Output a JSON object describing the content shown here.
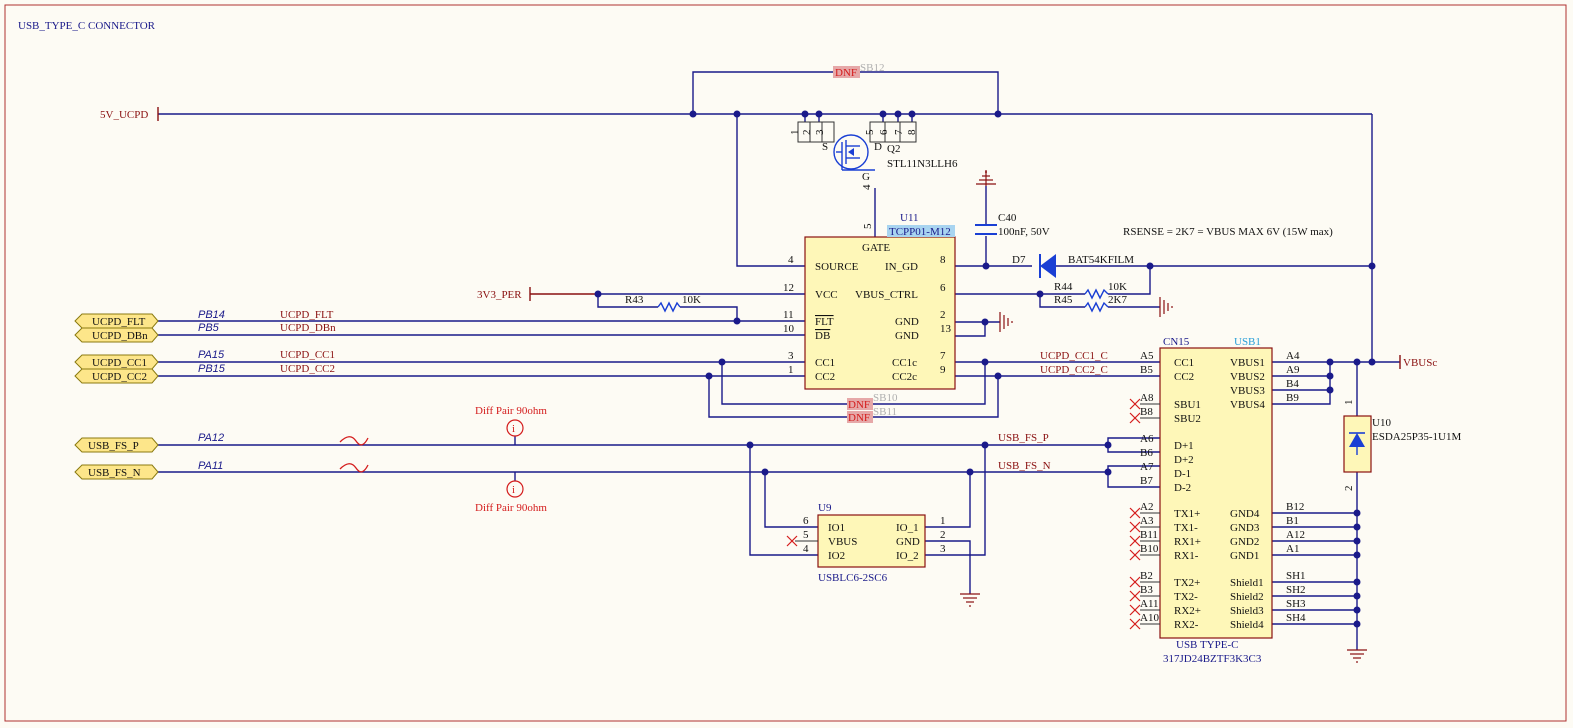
{
  "sheet_title": "USB_TYPE_C CONNECTOR",
  "note": "RSENSE = 2K7 = VBUS MAX 6V (15W max)",
  "colors": {
    "wire": "#1a1a8a",
    "power": "#8a1010",
    "body_fill": "#fef7b8",
    "highlight": "#d41c1c",
    "dnf_bg": "#e6a8a8"
  },
  "power_ports": {
    "v5": "5V_UCPD",
    "v33": "3V3_PER",
    "vbusc": "VBUSc"
  },
  "dnf": {
    "label": "DNF",
    "sb12": "SB12",
    "sb10": "SB10",
    "sb11": "SB11"
  },
  "q2": {
    "ref": "Q2",
    "value": "STL11N3LLH6",
    "s": "S",
    "d": "D",
    "g": "G",
    "p1": "1",
    "p2": "2",
    "p3": "3",
    "p4": "4",
    "p5": "5",
    "p6": "6",
    "p7": "7",
    "p8": "8"
  },
  "c40": {
    "ref": "C40",
    "value": "100nF, 50V"
  },
  "d7": {
    "ref": "D7",
    "value": "BAT54KFILM"
  },
  "u11": {
    "ref": "U11",
    "value": "TCPP01-M12",
    "gate": "GATE",
    "source": "SOURCE",
    "in_gd": "IN_GD",
    "vcc": "VCC",
    "vbus_ctrl": "VBUS_CTRL",
    "flt": "FLT",
    "gnd1": "GND",
    "db": "DB",
    "gnd2": "GND",
    "cc1": "CC1",
    "cc1c": "CC1c",
    "cc2": "CC2",
    "cc2c": "CC2c",
    "p4": "4",
    "p8": "8",
    "p12": "12",
    "p6": "6",
    "p11": "11",
    "p2": "2",
    "p10": "10",
    "p13": "13",
    "p3": "3",
    "p7": "7",
    "p1": "1",
    "p9": "9",
    "p5": "5"
  },
  "r43": {
    "ref": "R43",
    "value": "10K"
  },
  "r44": {
    "ref": "R44",
    "value": "10K"
  },
  "r45": {
    "ref": "R45",
    "value": "2K7"
  },
  "ports_left": [
    {
      "name": "UCPD_FLT",
      "pin": "PB14",
      "net": "UCPD_FLT"
    },
    {
      "name": "UCPD_DBn",
      "pin": "PB5",
      "net": "UCPD_DBn"
    },
    {
      "name": "UCPD_CC1",
      "pin": "PA15",
      "net": "UCPD_CC1"
    },
    {
      "name": "UCPD_CC2",
      "pin": "PB15",
      "net": "UCPD_CC2"
    },
    {
      "name": "USB_FS_P",
      "pin": "PA12"
    },
    {
      "name": "USB_FS_N",
      "pin": "PA11"
    }
  ],
  "diff_pair": "Diff Pair 90ohm",
  "nets": {
    "cc1_c": "UCPD_CC1_C",
    "cc2_c": "UCPD_CC2_C",
    "fs_p": "USB_FS_P",
    "fs_n": "USB_FS_N"
  },
  "u9": {
    "ref": "U9",
    "value": "USBLC6-2SC6",
    "io1": "IO1",
    "vbus": "VBUS",
    "io2": "IO2",
    "io_1": "IO_1",
    "gnd": "GND",
    "io_2": "IO_2",
    "p6": "6",
    "p5": "5",
    "p4": "4",
    "p1": "1",
    "p2": "2",
    "p3": "3"
  },
  "u10": {
    "ref": "U10",
    "value": "ESDA25P35-1U1M",
    "p1": "1",
    "p2": "2"
  },
  "cn15": {
    "ref": "CN15",
    "lib": "USB1",
    "name": "USB TYPE-C",
    "value": "317JD24BZTF3K3C3",
    "left_pins": [
      {
        "num": "A5",
        "name": "CC1"
      },
      {
        "num": "B5",
        "name": "CC2"
      },
      {
        "num": "A8",
        "name": "SBU1"
      },
      {
        "num": "B8",
        "name": "SBU2"
      },
      {
        "num": "A6",
        "name": "D+1"
      },
      {
        "num": "B6",
        "name": "D+2"
      },
      {
        "num": "A7",
        "name": "D-1"
      },
      {
        "num": "B7",
        "name": "D-2"
      },
      {
        "num": "A2",
        "name": "TX1+"
      },
      {
        "num": "A3",
        "name": "TX1-"
      },
      {
        "num": "B11",
        "name": "RX1+"
      },
      {
        "num": "B10",
        "name": "RX1-"
      },
      {
        "num": "B2",
        "name": "TX2+"
      },
      {
        "num": "B3",
        "name": "TX2-"
      },
      {
        "num": "A11",
        "name": "RX2+"
      },
      {
        "num": "A10",
        "name": "RX2-"
      }
    ],
    "right_pins": [
      {
        "num": "A4",
        "name": "VBUS1"
      },
      {
        "num": "A9",
        "name": "VBUS2"
      },
      {
        "num": "B4",
        "name": "VBUS3"
      },
      {
        "num": "B9",
        "name": "VBUS4"
      },
      {
        "num": "B12",
        "name": "GND4"
      },
      {
        "num": "B1",
        "name": "GND3"
      },
      {
        "num": "A12",
        "name": "GND2"
      },
      {
        "num": "A1",
        "name": "GND1"
      },
      {
        "num": "SH1",
        "name": "Shield1"
      },
      {
        "num": "SH2",
        "name": "Shield2"
      },
      {
        "num": "SH3",
        "name": "Shield3"
      },
      {
        "num": "SH4",
        "name": "Shield4"
      }
    ]
  }
}
